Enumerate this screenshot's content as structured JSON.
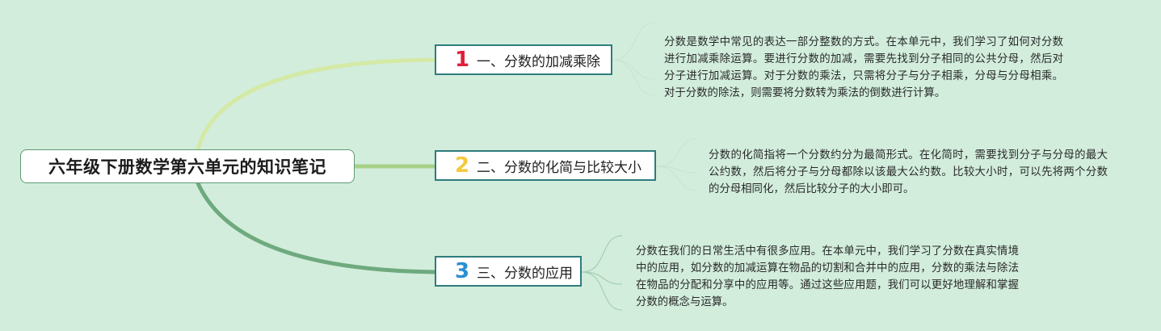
{
  "root": {
    "title": "六年级下册数学第六单元的知识笔记"
  },
  "colors": {
    "background": "#d2eddc",
    "branch_border": "#2f7c7d",
    "link_1": "#d4e9a4",
    "link_2": "#a9d088",
    "link_3": "#6faa7e",
    "num_1": "#e0203a",
    "num_2": "#f5c93e",
    "num_3": "#2a8fd4"
  },
  "branches": [
    {
      "number": "1",
      "label": "一、分数的加减乘除",
      "note": "分数是数学中常见的表达一部分整数的方式。在本单元中，我们学习了如何对分数进行加减乘除运算。要进行分数的加减，需要先找到分子相同的公共分母，然后对分子进行加减运算。对于分数的乘法，只需将分子与分子相乘，分母与分母相乘。对于分数的除法，则需要将分数转为乘法的倒数进行计算。"
    },
    {
      "number": "2",
      "label": "二、分数的化简与比较大小",
      "note": "分数的化简指将一个分数约分为最简形式。在化简时，需要找到分子与分母的最大公约数，然后将分子与分母都除以该最大公约数。比较大小时，可以先将两个分数的分母相同化，然后比较分子的大小即可。"
    },
    {
      "number": "3",
      "label": "三、分数的应用",
      "note": "分数在我们的日常生活中有很多应用。在本单元中，我们学习了分数在真实情境中的应用，如分数的加减运算在物品的切割和合并中的应用，分数的乘法与除法在物品的分配和分享中的应用等。通过这些应用题，我们可以更好地理解和掌握分数的概念与运算。"
    }
  ]
}
